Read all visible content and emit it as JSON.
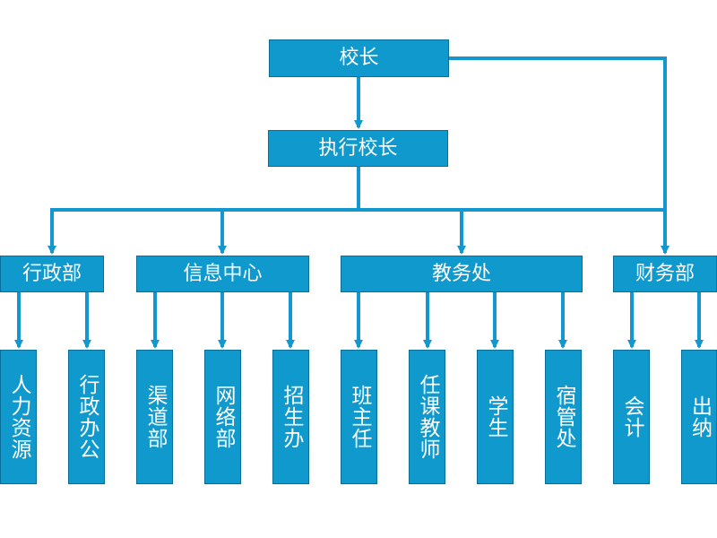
{
  "org": {
    "principal": "校长",
    "executive_principal": "执行校长",
    "departments": [
      {
        "name": "行政部",
        "subs": [
          "人力资源",
          "行政办公"
        ]
      },
      {
        "name": "信息中心",
        "subs": [
          "渠道部",
          "网络部",
          "招生办"
        ]
      },
      {
        "name": "教务处",
        "subs": [
          "班主任",
          "任课教师",
          "学生",
          "宿管处"
        ]
      },
      {
        "name": "财务部",
        "subs": [
          "会计",
          "出纳"
        ]
      }
    ]
  },
  "colors": {
    "box_fill": "#0f99cd",
    "box_border": "#0a6f98",
    "connector": "#1497cf",
    "text": "#ffffff"
  }
}
